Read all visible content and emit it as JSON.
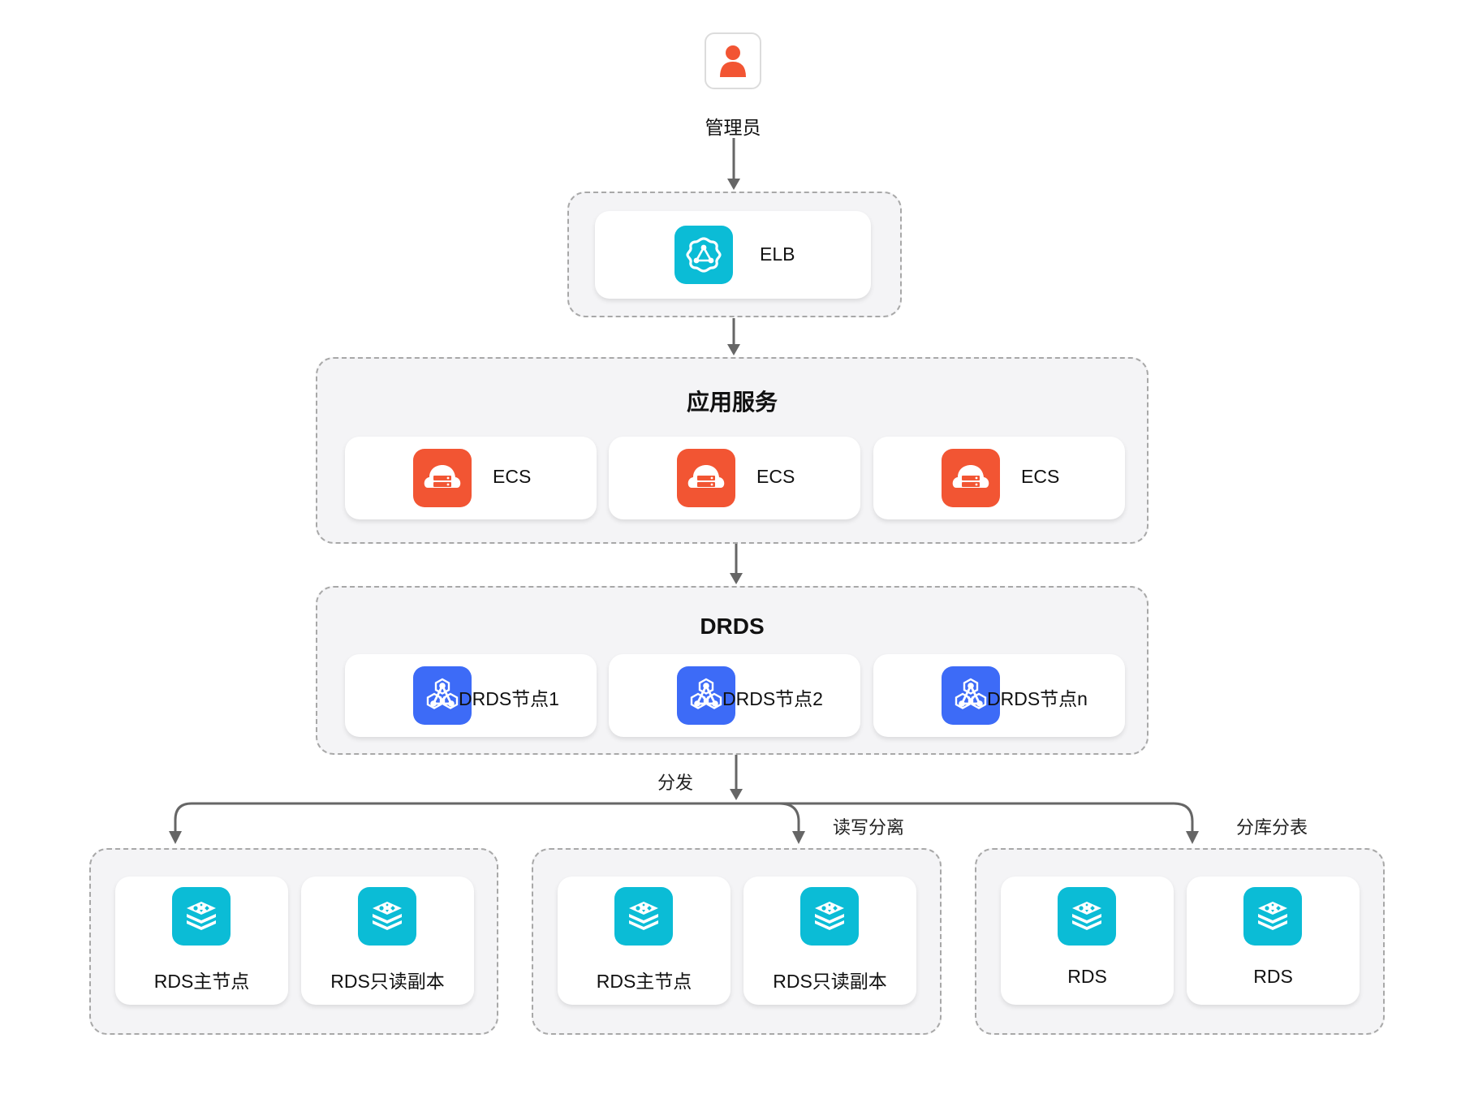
{
  "admin": {
    "label": "管理员",
    "icon": "user-icon",
    "color": "#f25533"
  },
  "elb": {
    "label": "ELB",
    "icon": "load-balancer-icon",
    "color": "#0bbcd6"
  },
  "app": {
    "title": "应用服务",
    "nodes": [
      {
        "label": "ECS",
        "icon": "cloud-server-icon"
      },
      {
        "label": "ECS",
        "icon": "cloud-server-icon"
      },
      {
        "label": "ECS",
        "icon": "cloud-server-icon"
      }
    ],
    "color": "#f25533"
  },
  "drds": {
    "title": "DRDS",
    "nodes": [
      {
        "label": "DRDS节点1",
        "icon": "drds-icon"
      },
      {
        "label": "DRDS节点2",
        "icon": "drds-icon"
      },
      {
        "label": "DRDS节点n",
        "icon": "drds-icon"
      }
    ],
    "color": "#3d6bf7"
  },
  "edges": {
    "distribute": "分发",
    "rw_split": "读写分离",
    "sharding": "分库分表"
  },
  "rds_groups": [
    {
      "nodes": [
        {
          "label": "RDS主节点"
        },
        {
          "label": "RDS只读副本"
        }
      ]
    },
    {
      "nodes": [
        {
          "label": "RDS主节点"
        },
        {
          "label": "RDS只读副本"
        }
      ]
    },
    {
      "nodes": [
        {
          "label": "RDS"
        },
        {
          "label": "RDS"
        }
      ]
    }
  ],
  "rds_color": "#0bbcd6",
  "line_color": "#666666"
}
